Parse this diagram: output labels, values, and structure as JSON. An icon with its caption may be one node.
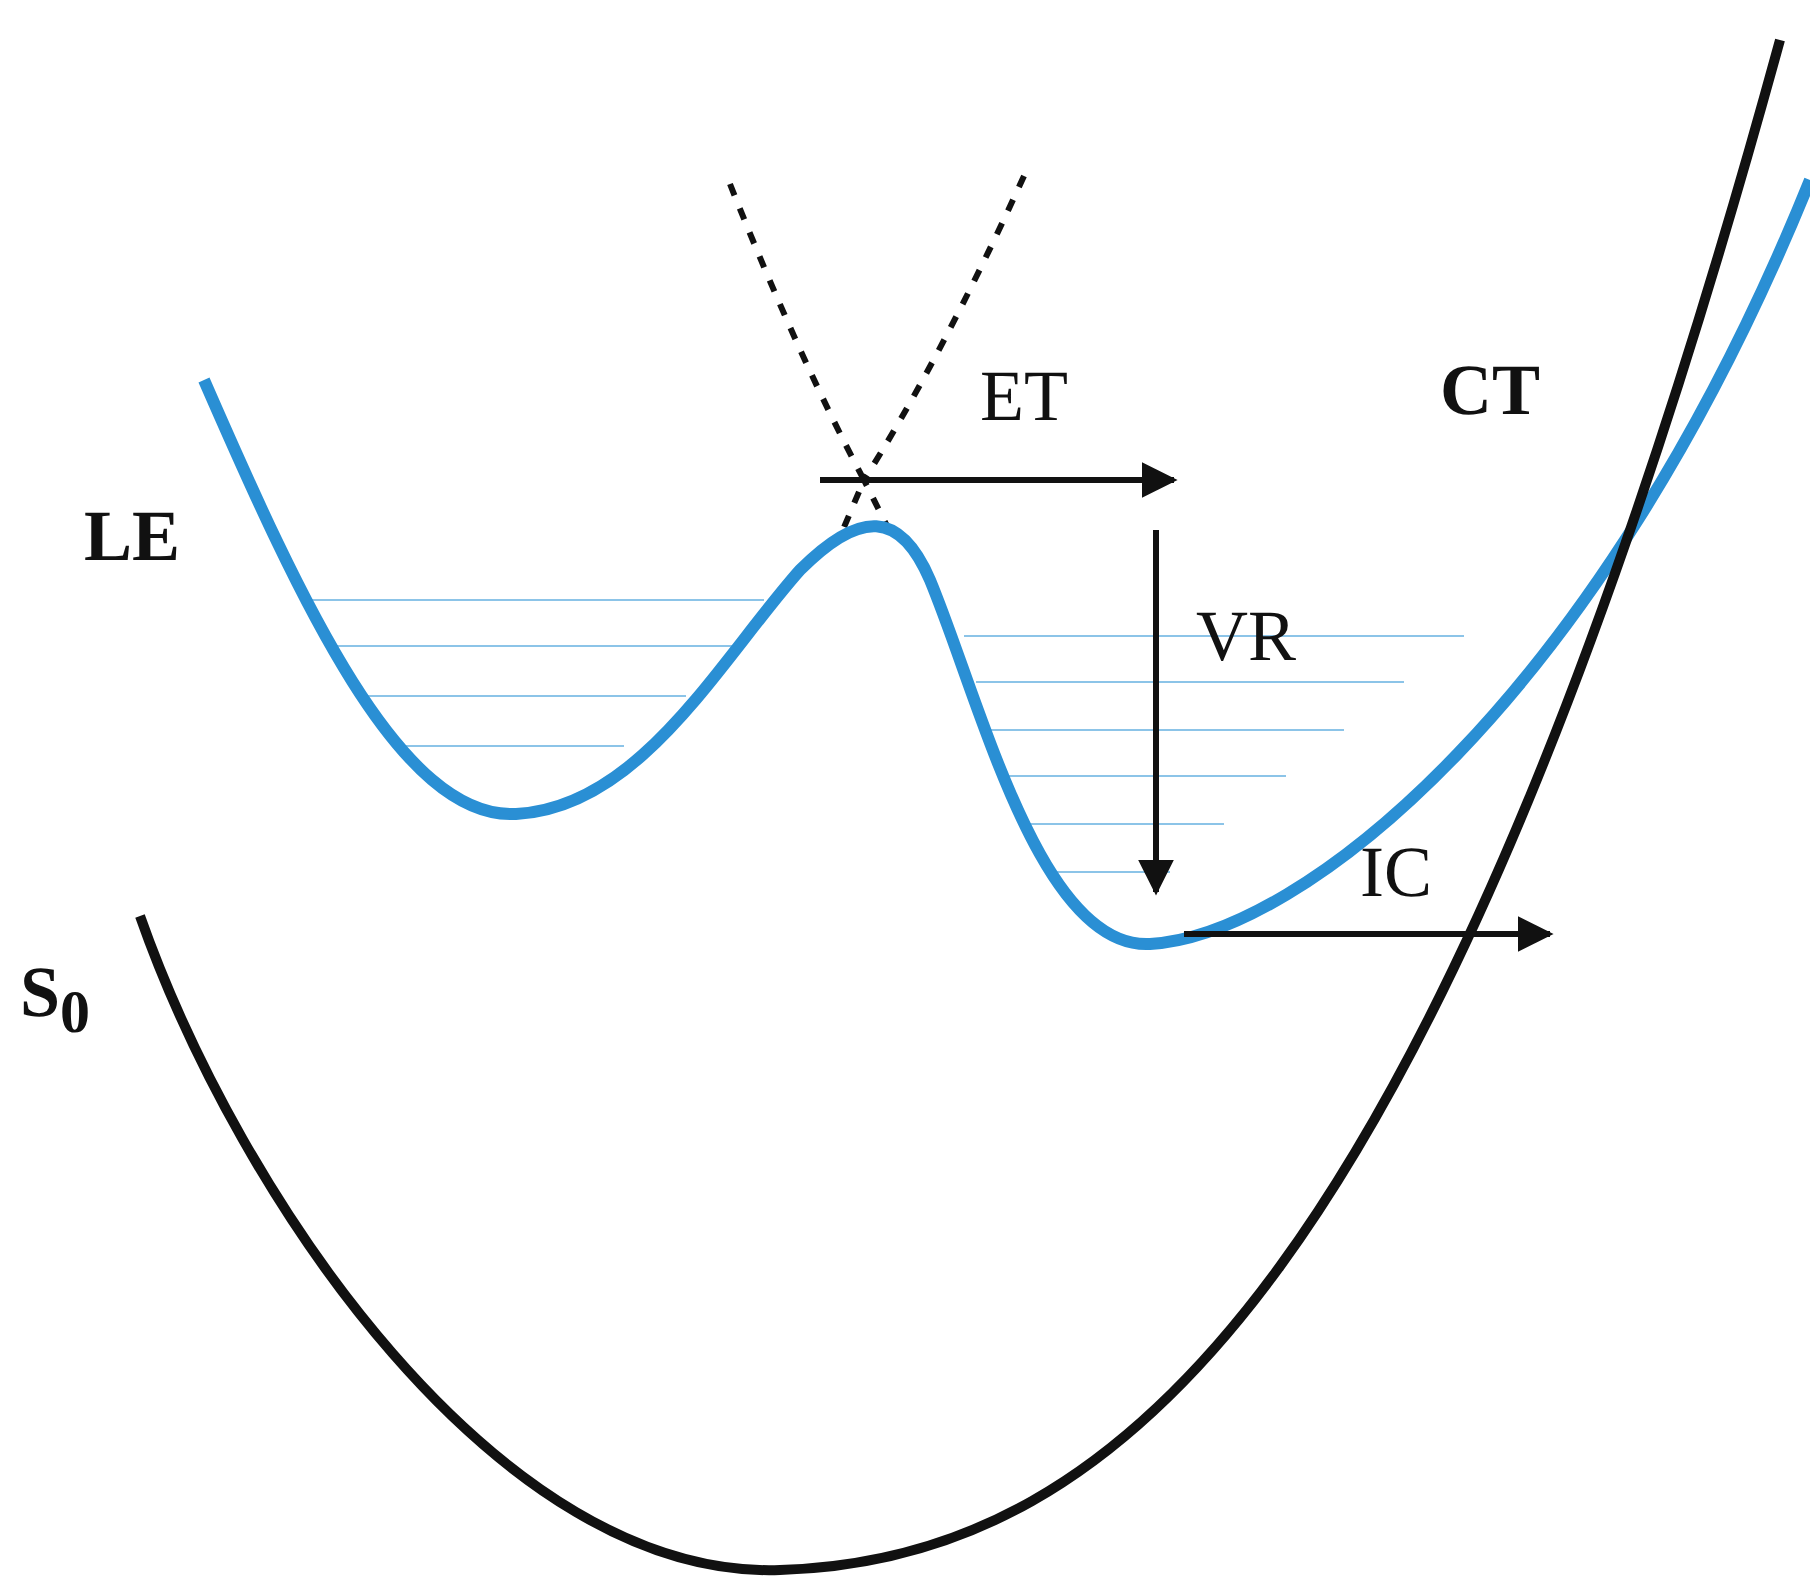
{
  "diagram": {
    "labels": [
      "LE",
      "ET",
      "CT",
      "VR",
      "IC",
      "S$_{0}$"
    ]
  }
}
